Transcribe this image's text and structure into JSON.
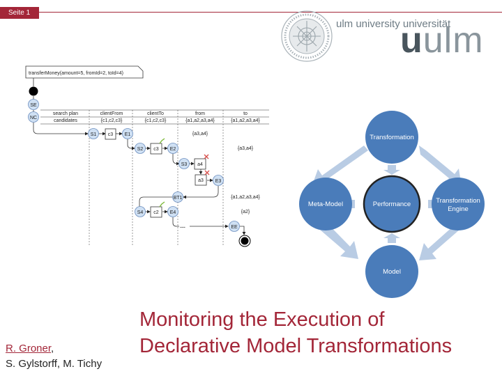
{
  "header": {
    "page_label": "Seite 1"
  },
  "brand": {
    "small": "ulm university universität",
    "big_bold": "u",
    "big_rest": "ulm",
    "accent": "#a32638"
  },
  "diagram": {
    "call": "transferMoney(amount=5, fromId=2, toId=4)",
    "start_nodes": [
      "SE",
      "NC"
    ],
    "table": {
      "headers": [
        "search plan",
        "clientFrom",
        "clientTo",
        "from",
        "to"
      ],
      "row": [
        "candidates",
        "{c1,c2,c3}",
        "{c1,c2,c3}",
        "{a1,a2,a3,a4}",
        "{a1,a2,a3,a4}"
      ]
    },
    "nodes": [
      "S1",
      "c3",
      "E1",
      "S2",
      "c3",
      "E2",
      "S3",
      "a4",
      "a3",
      "E3",
      "BT1",
      "S4",
      "c2",
      "E4",
      "....",
      "EE"
    ],
    "annotations": [
      "{a3,a4}",
      "{a3,a4}",
      "{a1,a2,a3,a4}",
      "{a2}"
    ]
  },
  "cycle": {
    "center": "Performance",
    "top": "Transformation",
    "left": "Meta-Model",
    "right_line1": "Transformation",
    "right_line2": "Engine",
    "bottom": "Model"
  },
  "slide": {
    "title_line1": "Monitoring the Execution of",
    "title_line2": "Declarative Model Transformations",
    "author_main": "R. Groner",
    "author_comma": ",",
    "author_rest": "S. Gylstorff, M. Tichy"
  }
}
